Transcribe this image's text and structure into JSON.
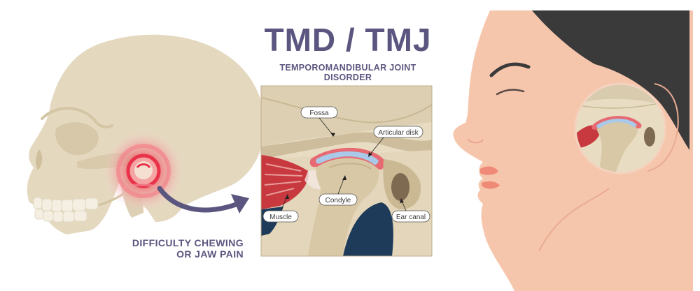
{
  "title": "TMD / TMJ",
  "subtitle": "TEMPOROMANDIBULAR JOINT DISORDER",
  "caption": {
    "line1": "DIFFICULTY CHEWING",
    "line2": "OR JAW PAIN"
  },
  "labels": {
    "fossa": "Fossa",
    "articular_disk": "Articular disk",
    "condyle": "Condyle",
    "muscle": "Muscle",
    "ear_canal": "Ear canal"
  },
  "colors": {
    "title": "#5b567f",
    "bone": "#e4d8bf",
    "skin": "#f6c6ac",
    "hair": "#3b3a3a",
    "disk": "#a9c9e8",
    "pain": "#e9334a",
    "arrow": "#5b567f"
  }
}
